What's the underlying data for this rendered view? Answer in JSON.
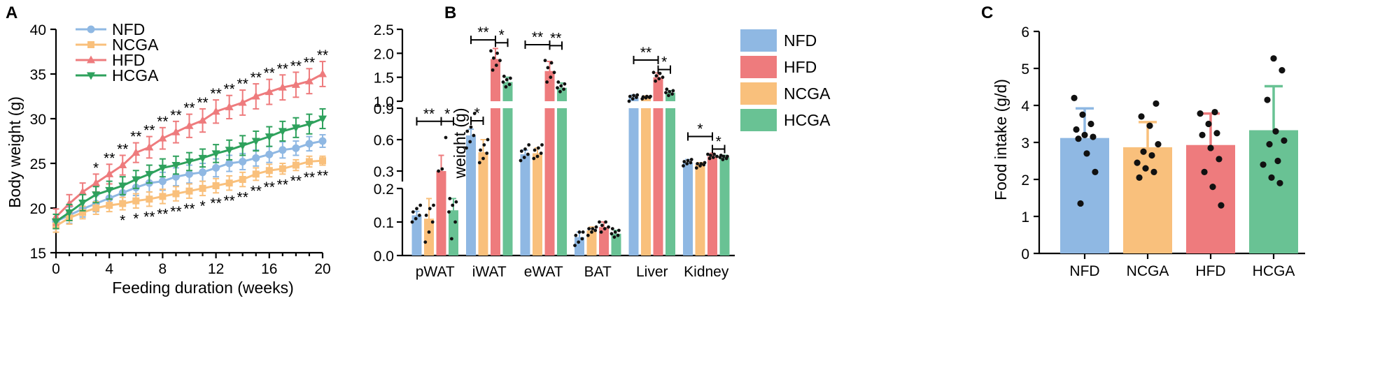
{
  "colors": {
    "NFD": "#8fb8e3",
    "NCGA": "#f9c07c",
    "HFD": "#ee7b7d",
    "HCGA": "#69c294"
  },
  "panel_letters": [
    "A",
    "B",
    "C"
  ],
  "chart_data": [
    {
      "panel": "A",
      "type": "line",
      "xlabel": "Feeding duration (weeks)",
      "ylabel": "Body weight (g)",
      "xlim": [
        0,
        20
      ],
      "ylim": [
        15,
        40
      ],
      "xticks": [
        "0",
        "4",
        "8",
        "12",
        "16",
        "20"
      ],
      "yticks": [
        "15",
        "20",
        "25",
        "30",
        "35",
        "40"
      ],
      "legend_placement": "top-left",
      "x": [
        0,
        1,
        2,
        3,
        4,
        5,
        6,
        7,
        8,
        9,
        10,
        11,
        12,
        13,
        14,
        15,
        16,
        17,
        18,
        19,
        20
      ],
      "series": [
        {
          "name": "NFD",
          "marker": "circle",
          "color": "#8fb8e3",
          "values": [
            18.5,
            19.2,
            19.9,
            20.5,
            21.1,
            21.7,
            22.3,
            22.8,
            23.0,
            23.5,
            23.8,
            24.0,
            24.5,
            25.0,
            25.2,
            25.6,
            26.0,
            26.5,
            26.7,
            27.2,
            27.5
          ],
          "errors": [
            0.8,
            0.9,
            0.9,
            0.9,
            0.9,
            0.9,
            0.9,
            1.0,
            1.0,
            1.0,
            1.0,
            1.0,
            1.0,
            0.9,
            0.9,
            0.9,
            0.9,
            0.9,
            0.8,
            0.8,
            0.7
          ]
        },
        {
          "name": "NCGA",
          "marker": "square",
          "color": "#f9c07c",
          "values": [
            18.0,
            18.9,
            19.5,
            20.0,
            20.3,
            20.5,
            20.8,
            21.0,
            21.3,
            21.6,
            21.9,
            22.2,
            22.5,
            22.8,
            23.2,
            23.8,
            24.2,
            24.4,
            24.8,
            25.2,
            25.3
          ],
          "errors": [
            0.7,
            0.7,
            0.7,
            0.7,
            0.7,
            0.7,
            0.8,
            0.8,
            0.8,
            0.8,
            0.8,
            0.8,
            0.8,
            0.8,
            0.8,
            0.7,
            0.7,
            0.6,
            0.6,
            0.6,
            0.5
          ]
        },
        {
          "name": "HFD",
          "marker": "triangle-up",
          "color": "#ee7b7d",
          "values": [
            19.0,
            20.5,
            21.8,
            22.8,
            23.8,
            24.8,
            26.2,
            26.8,
            27.8,
            28.5,
            29.2,
            29.8,
            30.8,
            31.3,
            31.8,
            32.5,
            33.0,
            33.5,
            33.8,
            34.2,
            35.0
          ],
          "errors": [
            0.9,
            1.0,
            1.0,
            1.0,
            1.1,
            1.1,
            1.1,
            1.2,
            1.2,
            1.2,
            1.3,
            1.3,
            1.3,
            1.3,
            1.4,
            1.4,
            1.4,
            1.4,
            1.4,
            1.4,
            1.4
          ]
        },
        {
          "name": "HCGA",
          "marker": "triangle-down",
          "color": "#2ea15c",
          "values": [
            18.5,
            19.5,
            20.6,
            21.5,
            22.0,
            22.5,
            23.2,
            23.8,
            24.5,
            24.8,
            25.2,
            25.6,
            26.1,
            26.5,
            27.0,
            27.5,
            28.0,
            28.6,
            29.0,
            29.4,
            30.0
          ],
          "errors": [
            0.8,
            0.9,
            0.9,
            0.9,
            1.0,
            1.0,
            1.0,
            1.0,
            1.0,
            1.0,
            1.0,
            1.0,
            1.0,
            1.1,
            1.1,
            1.1,
            1.1,
            1.1,
            1.1,
            1.1,
            1.1
          ]
        }
      ],
      "annotations_above": [
        {
          "x": 3,
          "text": "*"
        },
        {
          "x": 4,
          "text": "**"
        },
        {
          "x": 5,
          "text": "**"
        },
        {
          "x": 6,
          "text": "**"
        },
        {
          "x": 7,
          "text": "**"
        },
        {
          "x": 8,
          "text": "**"
        },
        {
          "x": 9,
          "text": "**"
        },
        {
          "x": 10,
          "text": "**"
        },
        {
          "x": 11,
          "text": "**"
        },
        {
          "x": 12,
          "text": "**"
        },
        {
          "x": 13,
          "text": "**"
        },
        {
          "x": 14,
          "text": "**"
        },
        {
          "x": 15,
          "text": "**"
        },
        {
          "x": 16,
          "text": "**"
        },
        {
          "x": 17,
          "text": "**"
        },
        {
          "x": 18,
          "text": "**"
        },
        {
          "x": 19,
          "text": "**"
        },
        {
          "x": 20,
          "text": "**"
        }
      ],
      "annotations_below": [
        {
          "x": 5,
          "text": "*"
        },
        {
          "x": 6,
          "text": "*"
        },
        {
          "x": 7,
          "text": "**"
        },
        {
          "x": 8,
          "text": "**"
        },
        {
          "x": 9,
          "text": "**"
        },
        {
          "x": 10,
          "text": "**"
        },
        {
          "x": 11,
          "text": "*"
        },
        {
          "x": 12,
          "text": "**"
        },
        {
          "x": 13,
          "text": "**"
        },
        {
          "x": 14,
          "text": "**"
        },
        {
          "x": 15,
          "text": "**"
        },
        {
          "x": 16,
          "text": "**"
        },
        {
          "x": 17,
          "text": "**"
        },
        {
          "x": 18,
          "text": "**"
        },
        {
          "x": 19,
          "text": "**"
        },
        {
          "x": 20,
          "text": "**"
        }
      ]
    },
    {
      "panel": "B",
      "type": "bar",
      "ylabel": "weight (g)",
      "broken_axis": true,
      "segments": [
        {
          "range": [
            0,
            0.2
          ],
          "ticks": [
            "0.0",
            "0.1",
            "0.2"
          ]
        },
        {
          "range": [
            0.2,
            0.9
          ],
          "ticks": [
            "0.3",
            "0.6",
            "0.9"
          ]
        },
        {
          "range": [
            1.0,
            2.5
          ],
          "ticks": [
            "1.0",
            "1.5",
            "2.0",
            "2.5"
          ]
        }
      ],
      "categories": [
        "pWAT",
        "iWAT",
        "eWAT",
        "BAT",
        "Liver",
        "Kidney"
      ],
      "legend_placement": "top-right",
      "series": [
        {
          "name": "NFD",
          "color": "#8fb8e3",
          "values": [
            0.12,
            0.64,
            0.46,
            0.055,
            1.08,
            0.38
          ],
          "errors": [
            0.012,
            0.06,
            0.04,
            0.015,
            0.05,
            0.03
          ],
          "points": [
            [
              0.1,
              0.11,
              0.12,
              0.13,
              0.14,
              0.15
            ],
            [
              0.52,
              0.58,
              0.64,
              0.68,
              0.72,
              0.85
            ],
            [
              0.4,
              0.43,
              0.46,
              0.49,
              0.51,
              0.55
            ],
            [
              0.03,
              0.04,
              0.05,
              0.06,
              0.07,
              0.07
            ],
            [
              1.0,
              1.05,
              1.08,
              1.1,
              1.12,
              1.13
            ],
            [
              0.35,
              0.37,
              0.38,
              0.39,
              0.4,
              0.41
            ]
          ]
        },
        {
          "name": "NCGA",
          "color": "#f9c07c",
          "values": [
            0.11,
            0.48,
            0.47,
            0.075,
            1.08,
            0.36
          ],
          "errors": [
            0.06,
            0.12,
            0.05,
            0.01,
            0.03,
            0.02
          ],
          "points": [
            [
              0.04,
              0.07,
              0.1,
              0.12,
              0.14,
              0.15
            ],
            [
              0.38,
              0.42,
              0.47,
              0.5,
              0.55,
              0.6
            ],
            [
              0.42,
              0.44,
              0.47,
              0.5,
              0.52,
              0.55
            ],
            [
              0.06,
              0.07,
              0.075,
              0.08,
              0.08,
              0.085
            ],
            [
              1.05,
              1.07,
              1.08,
              1.09,
              1.1,
              1.1
            ],
            [
              0.33,
              0.35,
              0.36,
              0.37,
              0.37,
              0.38
            ]
          ]
        },
        {
          "name": "HFD",
          "color": "#ee7b7d",
          "values": [
            0.3,
            1.88,
            1.63,
            0.085,
            1.5,
            0.44
          ],
          "errors": [
            0.15,
            0.22,
            0.2,
            0.015,
            0.09,
            0.03
          ],
          "points": [
            [
              0.3,
              0.32,
              0.62
            ],
            [
              1.65,
              1.75,
              1.85,
              1.9,
              2.0,
              2.05
            ],
            [
              1.4,
              1.5,
              1.6,
              1.7,
              1.8,
              1.85
            ],
            [
              0.07,
              0.08,
              0.085,
              0.09,
              0.1,
              0.1
            ],
            [
              1.42,
              1.47,
              1.5,
              1.53,
              1.58,
              1.6
            ],
            [
              0.42,
              0.43,
              0.44,
              0.45,
              0.46,
              0.46
            ]
          ]
        },
        {
          "name": "HCGA",
          "color": "#69c294",
          "values": [
            0.135,
            1.4,
            1.28,
            0.065,
            1.18,
            0.43
          ],
          "errors": [
            0.035,
            0.1,
            0.1,
            0.01,
            0.04,
            0.02
          ],
          "points": [
            [
              0.05,
              0.1,
              0.13,
              0.15,
              0.16,
              0.17
            ],
            [
              1.3,
              1.35,
              1.4,
              1.45,
              1.48,
              1.52
            ],
            [
              1.2,
              1.25,
              1.28,
              1.32,
              1.36,
              1.4
            ],
            [
              0.055,
              0.06,
              0.065,
              0.07,
              0.075,
              0.08
            ],
            [
              1.12,
              1.15,
              1.18,
              1.2,
              1.22,
              1.25
            ],
            [
              0.41,
              0.42,
              0.43,
              0.44,
              0.44,
              0.45
            ]
          ]
        }
      ],
      "significance": [
        {
          "category": "pWAT",
          "from": "NFD",
          "to": "HFD",
          "y": 0.775,
          "text": "**"
        },
        {
          "category": "pWAT",
          "from": "HFD",
          "to": "HCGA",
          "y": 0.775,
          "text": "*"
        },
        {
          "category": "iWAT",
          "from": "NFD",
          "to": "HFD",
          "y": 2.28,
          "text": "**"
        },
        {
          "category": "iWAT",
          "from": "HFD",
          "to": "HCGA",
          "y": 2.22,
          "text": "*"
        },
        {
          "category": "iWAT",
          "from": "NFD",
          "to": "NCGA",
          "y": 0.78,
          "text": "*"
        },
        {
          "category": "eWAT",
          "from": "NFD",
          "to": "HFD",
          "y": 2.18,
          "text": "**"
        },
        {
          "category": "eWAT",
          "from": "HFD",
          "to": "HCGA",
          "y": 2.16,
          "text": "**"
        },
        {
          "category": "Liver",
          "from": "NFD",
          "to": "HFD",
          "y": 1.86,
          "text": "**"
        },
        {
          "category": "Liver",
          "from": "HFD",
          "to": "HCGA",
          "y": 1.66,
          "text": "*"
        },
        {
          "category": "Kidney",
          "from": "NFD",
          "to": "HFD",
          "y": 0.63,
          "text": "*"
        },
        {
          "category": "Kidney",
          "from": "HFD",
          "to": "HCGA",
          "y": 0.51,
          "text": "*"
        }
      ]
    },
    {
      "panel": "C",
      "type": "bar",
      "ylabel": "Food intake (g/d)",
      "ylim": [
        0,
        6
      ],
      "yticks": [
        "0",
        "1",
        "2",
        "3",
        "4",
        "5",
        "6"
      ],
      "categories": [
        "NFD",
        "NCGA",
        "HFD",
        "HCGA"
      ],
      "values": [
        3.12,
        2.87,
        2.93,
        3.33
      ],
      "errors": [
        0.8,
        0.68,
        0.85,
        1.19
      ],
      "colors": [
        "#8fb8e3",
        "#f9c07c",
        "#ee7b7d",
        "#69c294"
      ],
      "points": [
        [
          4.2,
          3.75,
          3.5,
          3.35,
          3.2,
          3.15,
          3.1,
          2.7,
          2.2,
          1.35
        ],
        [
          4.05,
          3.7,
          3.45,
          2.95,
          2.75,
          2.65,
          2.45,
          2.3,
          2.2,
          2.05
        ],
        [
          3.82,
          3.78,
          3.5,
          3.25,
          3.2,
          2.85,
          2.55,
          2.2,
          1.8,
          1.3
        ],
        [
          5.27,
          4.95,
          4.15,
          3.3,
          3.05,
          2.95,
          2.5,
          2.4,
          2.05,
          1.9
        ]
      ]
    }
  ]
}
